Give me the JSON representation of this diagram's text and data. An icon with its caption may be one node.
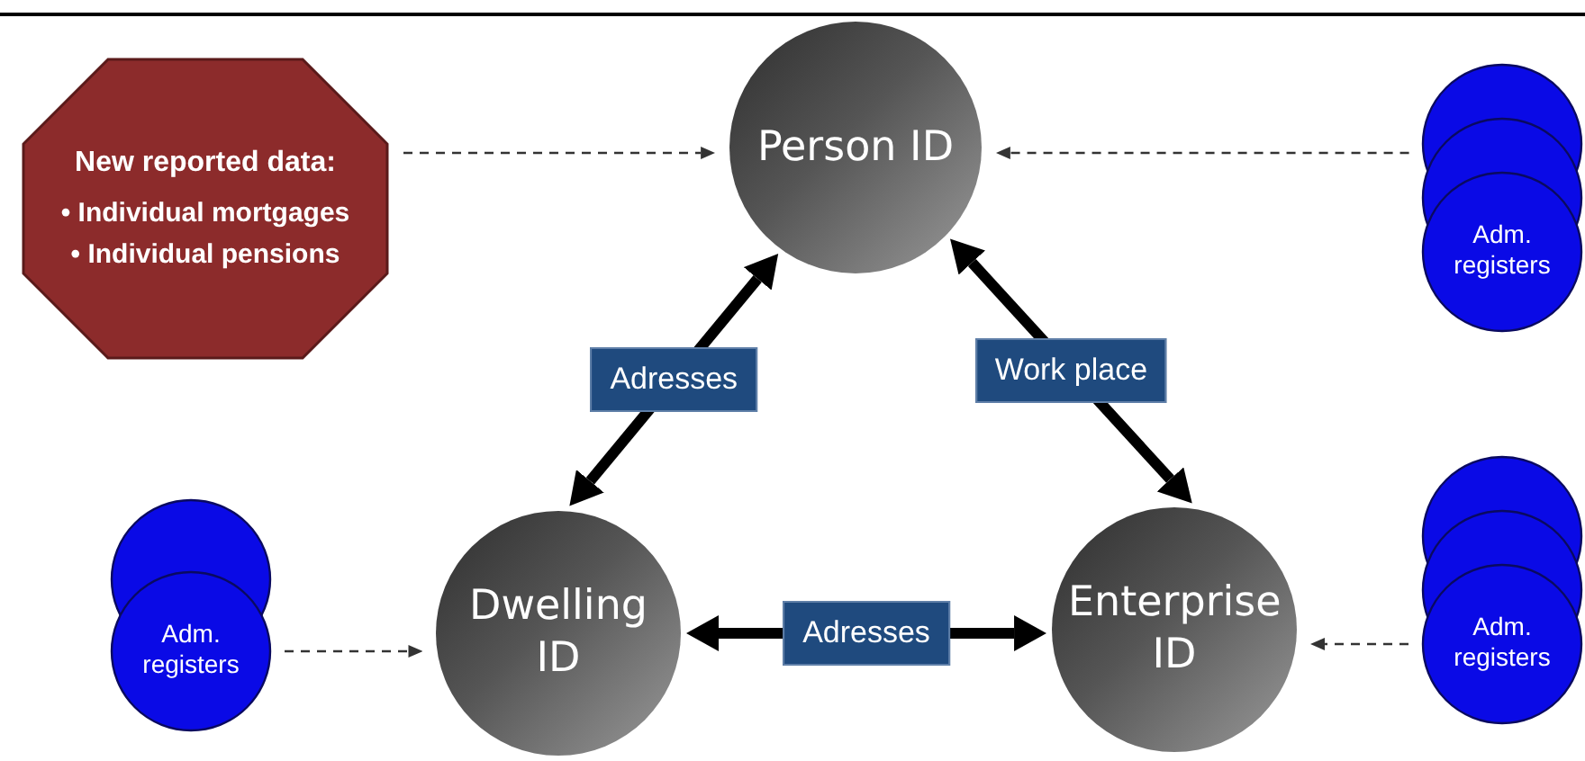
{
  "diagram": {
    "nodes": [
      {
        "text": [
          "New reported data:",
          "• Individual mortgages",
          "• Individual pensions"
        ]
      },
      {
        "text": [
          "Person ID"
        ]
      },
      {
        "text": [
          "Adm. registers"
        ]
      },
      {
        "text": [
          "Adm. registers"
        ]
      },
      {
        "text": [
          "Dwelling ID"
        ]
      },
      {
        "text": [
          "Enterprise ID"
        ]
      },
      {
        "text": [
          "Adm. registers"
        ]
      }
    ],
    "edges": [
      {
        "from": 0,
        "to": 1,
        "arrow": "to",
        "style": "dashed"
      },
      {
        "from": 2,
        "to": 1,
        "arrow": "to",
        "style": "dashed"
      },
      {
        "from": 4,
        "to": 1,
        "arrow": "both",
        "style": "thick",
        "label": "Adresses"
      },
      {
        "from": 1,
        "to": 5,
        "arrow": "both",
        "style": "thick",
        "label": "Work place"
      },
      {
        "from": 3,
        "to": 4,
        "arrow": "to",
        "style": "dashed"
      },
      {
        "from": 4,
        "to": 5,
        "arrow": "both",
        "style": "thick",
        "label": "Adresses"
      },
      {
        "from": 6,
        "to": 5,
        "arrow": "to",
        "style": "dashed"
      }
    ]
  }
}
